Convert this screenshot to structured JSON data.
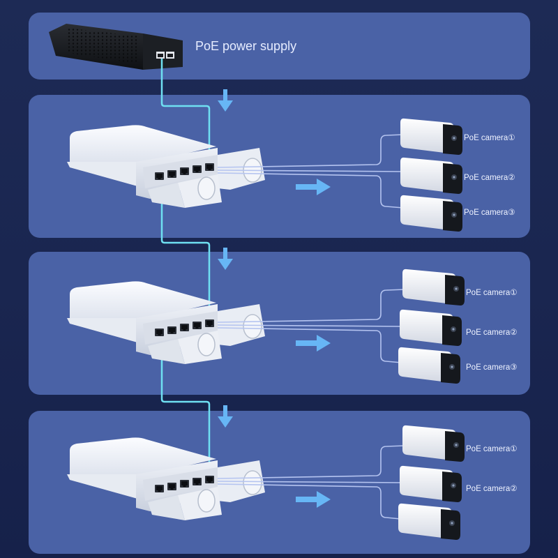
{
  "psu_label": "PoE power supply",
  "switch_groups": [
    {
      "cameras": [
        "PoE camera①",
        "PoE camera②",
        "PoE camera③"
      ]
    },
    {
      "cameras": [
        "PoE camera①",
        "PoE camera②",
        "PoE camera③"
      ]
    },
    {
      "cameras": [
        "PoE camera①",
        "PoE camera②"
      ]
    }
  ],
  "colors": {
    "background": "#1c2853",
    "panel": "#4a62a6",
    "cable_cyan": "#6fe0f2",
    "arrow_blue": "#67b6f5",
    "camera_line": "#b5c4f0"
  },
  "icons": [
    "poe-injector-icon",
    "poe-switch-icon",
    "bullet-camera-icon",
    "down-arrow-icon",
    "right-arrow-icon"
  ]
}
